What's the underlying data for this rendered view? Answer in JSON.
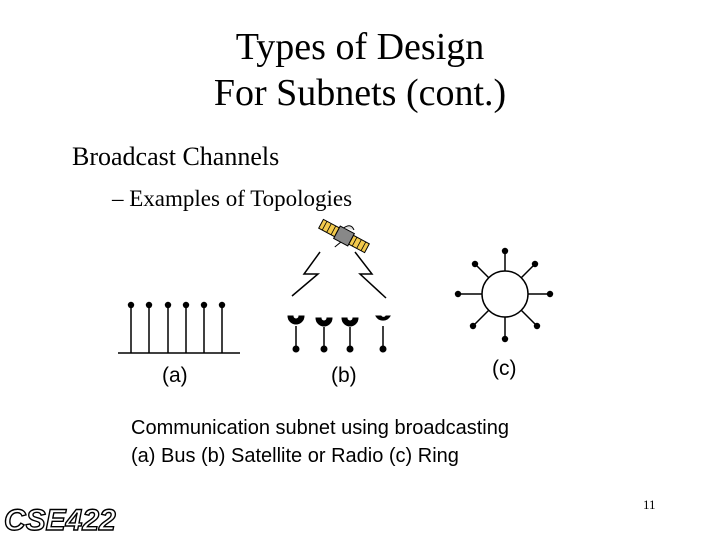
{
  "slide": {
    "title_line1": "Types of Design",
    "title_line2": "For Subnets (cont.)",
    "bullet": "Broadcast Channels",
    "subbullet": "– Examples of Topologies",
    "labels": {
      "a": "(a)",
      "b": "(b)",
      "c": "(c)"
    },
    "caption_line1": "Communication subnet using broadcasting",
    "caption_line2": "(a) Bus (b) Satellite or Radio (c) Ring",
    "page_number": "11",
    "logo_text": "CSE422"
  },
  "icons": [
    "satellite-icon",
    "lightning-bolt-icon",
    "dish-antenna-icon"
  ],
  "colors": {
    "text": "#000000",
    "background": "#ffffff",
    "satellite_panel": "#f2c94c"
  }
}
